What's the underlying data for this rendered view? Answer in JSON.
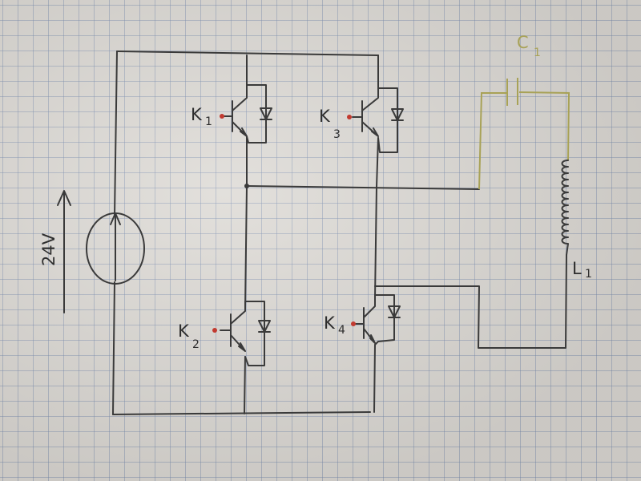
{
  "labels": {
    "source": "24V",
    "k1": {
      "main": "K",
      "sub": "1"
    },
    "k2": {
      "main": "K",
      "sub": "2"
    },
    "k3": {
      "main": "K",
      "sub": "3"
    },
    "k4": {
      "main": "K",
      "sub": "4"
    },
    "c1": {
      "main": "C",
      "sub": "1"
    },
    "l1": {
      "main": "L",
      "sub": "1"
    }
  },
  "colors": {
    "ink": "#3a3a3a",
    "gate_dot": "#c23a30",
    "capacitor": "#a8a257"
  }
}
